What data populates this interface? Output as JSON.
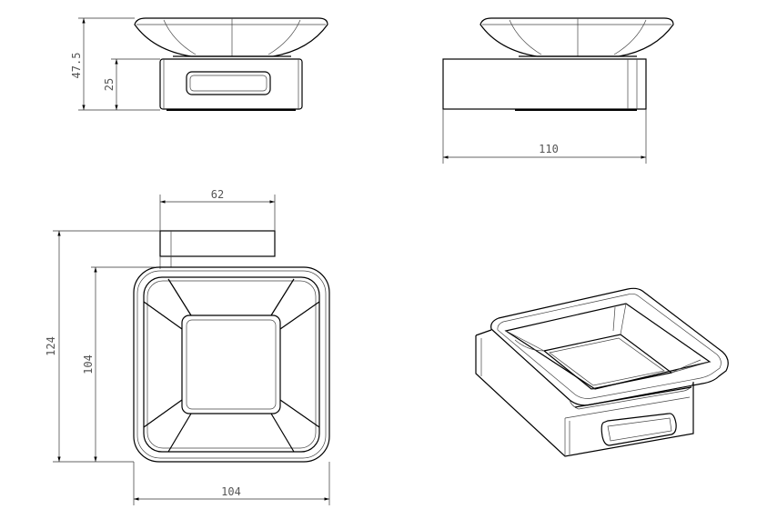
{
  "diagram": {
    "dimensions": {
      "total_height": "47.5",
      "base_height": "25",
      "depth": "110",
      "mount_width": "62",
      "overall_depth": "124",
      "tray_depth": "104",
      "tray_width": "104"
    },
    "colors": {
      "line": "#000000",
      "dimension": "#555555",
      "background": "#ffffff"
    }
  }
}
